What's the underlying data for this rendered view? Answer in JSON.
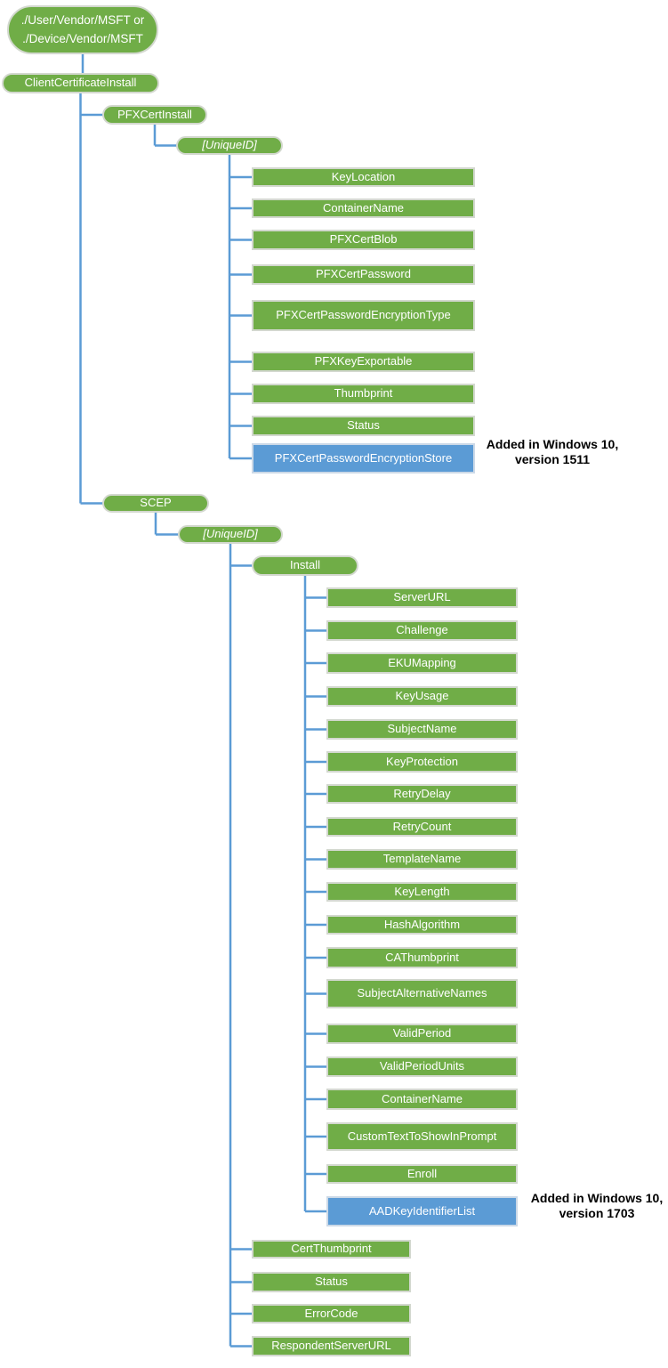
{
  "diagram": {
    "colors": {
      "node_green": "#70ad47",
      "node_blue": "#5b9bd5",
      "connector_blue": "#5b9bd5",
      "node_text": "#ffffff",
      "annotation_text": "#000000"
    },
    "nodes": [
      {
        "id": "root",
        "label": "./User/Vendor/MSFT or\n./Device/Vendor/MSFT",
        "shape": "pill",
        "color": "green",
        "parent": null
      },
      {
        "id": "cci",
        "label": "ClientCertificateInstall",
        "shape": "pill",
        "color": "green",
        "parent": "root"
      },
      {
        "id": "pfxCertInstall",
        "label": "PFXCertInstall",
        "shape": "pill",
        "color": "green",
        "parent": "cci"
      },
      {
        "id": "uniqueIdPfx",
        "label": "[UniqueID]",
        "shape": "pill",
        "color": "green",
        "italic": true,
        "parent": "pfxCertInstall"
      },
      {
        "id": "keyLocation",
        "label": "KeyLocation",
        "shape": "rect",
        "color": "green",
        "parent": "uniqueIdPfx"
      },
      {
        "id": "containerNamePfx",
        "label": "ContainerName",
        "shape": "rect",
        "color": "green",
        "parent": "uniqueIdPfx"
      },
      {
        "id": "pfxCertBlob",
        "label": "PFXCertBlob",
        "shape": "rect",
        "color": "green",
        "parent": "uniqueIdPfx"
      },
      {
        "id": "pfxCertPassword",
        "label": "PFXCertPassword",
        "shape": "rect",
        "color": "green",
        "parent": "uniqueIdPfx"
      },
      {
        "id": "pfxCertPasswordEncryptionType",
        "label": "PFXCertPasswordEncryptionType",
        "shape": "rect",
        "color": "green",
        "parent": "uniqueIdPfx"
      },
      {
        "id": "pfxKeyExportable",
        "label": "PFXKeyExportable",
        "shape": "rect",
        "color": "green",
        "parent": "uniqueIdPfx"
      },
      {
        "id": "thumbprint",
        "label": "Thumbprint",
        "shape": "rect",
        "color": "green",
        "parent": "uniqueIdPfx"
      },
      {
        "id": "statusPfx",
        "label": "Status",
        "shape": "rect",
        "color": "green",
        "parent": "uniqueIdPfx"
      },
      {
        "id": "pfxCertPasswordEncryptionStore",
        "label": "PFXCertPasswordEncryptionStore",
        "shape": "rect",
        "color": "blue",
        "parent": "uniqueIdPfx"
      },
      {
        "id": "scep",
        "label": "SCEP",
        "shape": "pill",
        "color": "green",
        "parent": "cci"
      },
      {
        "id": "uniqueIdScep",
        "label": "[UniqueID]",
        "shape": "pill",
        "color": "green",
        "italic": true,
        "parent": "scep"
      },
      {
        "id": "install",
        "label": "Install",
        "shape": "pill",
        "color": "green",
        "parent": "uniqueIdScep"
      },
      {
        "id": "serverUrl",
        "label": "ServerURL",
        "shape": "rect",
        "color": "green",
        "parent": "install"
      },
      {
        "id": "challenge",
        "label": "Challenge",
        "shape": "rect",
        "color": "green",
        "parent": "install"
      },
      {
        "id": "ekuMapping",
        "label": "EKUMapping",
        "shape": "rect",
        "color": "green",
        "parent": "install"
      },
      {
        "id": "keyUsage",
        "label": "KeyUsage",
        "shape": "rect",
        "color": "green",
        "parent": "install"
      },
      {
        "id": "subjectName",
        "label": "SubjectName",
        "shape": "rect",
        "color": "green",
        "parent": "install"
      },
      {
        "id": "keyProtection",
        "label": "KeyProtection",
        "shape": "rect",
        "color": "green",
        "parent": "install"
      },
      {
        "id": "retryDelay",
        "label": "RetryDelay",
        "shape": "rect",
        "color": "green",
        "parent": "install"
      },
      {
        "id": "retryCount",
        "label": "RetryCount",
        "shape": "rect",
        "color": "green",
        "parent": "install"
      },
      {
        "id": "templateName",
        "label": "TemplateName",
        "shape": "rect",
        "color": "green",
        "parent": "install"
      },
      {
        "id": "keyLength",
        "label": "KeyLength",
        "shape": "rect",
        "color": "green",
        "parent": "install"
      },
      {
        "id": "hashAlgorithm",
        "label": "HashAlgorithm",
        "shape": "rect",
        "color": "green",
        "parent": "install"
      },
      {
        "id": "caThumbprint",
        "label": "CAThumbprint",
        "shape": "rect",
        "color": "green",
        "parent": "install"
      },
      {
        "id": "subjectAlternativeNames",
        "label": "SubjectAlternativeNames",
        "shape": "rect",
        "color": "green",
        "parent": "install"
      },
      {
        "id": "validPeriod",
        "label": "ValidPeriod",
        "shape": "rect",
        "color": "green",
        "parent": "install"
      },
      {
        "id": "validPeriodUnits",
        "label": "ValidPeriodUnits",
        "shape": "rect",
        "color": "green",
        "parent": "install"
      },
      {
        "id": "containerNameScep",
        "label": "ContainerName",
        "shape": "rect",
        "color": "green",
        "parent": "install"
      },
      {
        "id": "customTextToShowInPrompt",
        "label": "CustomTextToShowInPrompt",
        "shape": "rect",
        "color": "green",
        "parent": "install"
      },
      {
        "id": "enroll",
        "label": "Enroll",
        "shape": "rect",
        "color": "green",
        "parent": "install"
      },
      {
        "id": "aadKeyIdentifierList",
        "label": "AADKeyIdentifierList",
        "shape": "rect",
        "color": "blue",
        "parent": "install"
      },
      {
        "id": "certThumbprint",
        "label": "CertThumbprint",
        "shape": "rect",
        "color": "green",
        "parent": "uniqueIdScep"
      },
      {
        "id": "statusScep",
        "label": "Status",
        "shape": "rect",
        "color": "green",
        "parent": "uniqueIdScep"
      },
      {
        "id": "errorCode",
        "label": "ErrorCode",
        "shape": "rect",
        "color": "green",
        "parent": "uniqueIdScep"
      },
      {
        "id": "respondentServerUrl",
        "label": "RespondentServerURL",
        "shape": "rect",
        "color": "green",
        "parent": "uniqueIdScep"
      }
    ],
    "annotations": [
      {
        "id": "note-1511",
        "lines": [
          "Added in Windows 10,",
          "version 1511"
        ]
      },
      {
        "id": "note-1703",
        "lines": [
          "Added in Windows 10,",
          "version 1703"
        ]
      }
    ]
  }
}
